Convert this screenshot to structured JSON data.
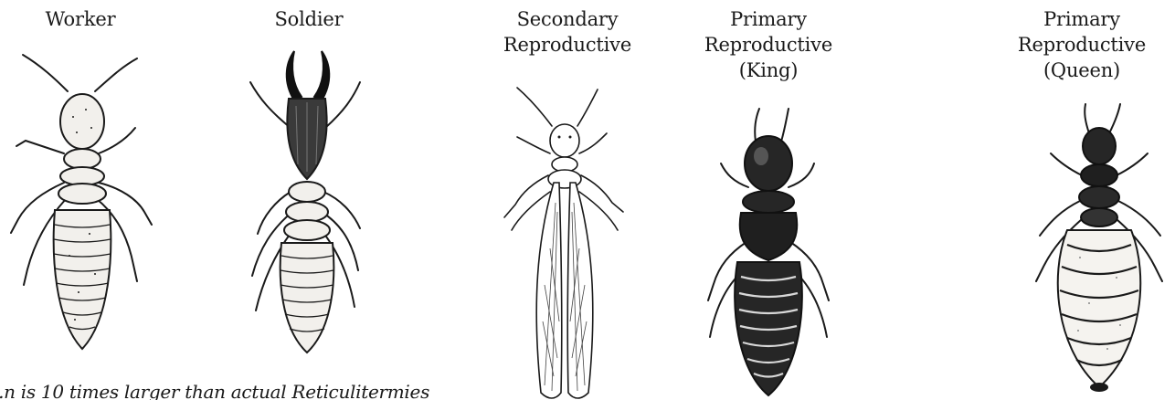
{
  "castes": [
    {
      "id": "worker",
      "label": "Worker",
      "icon": "worker-termite-illustration"
    },
    {
      "id": "soldier",
      "label": "Soldier",
      "icon": "soldier-termite-illustration"
    },
    {
      "id": "secondary",
      "label": "Secondary\nReproductive",
      "icon": "winged-secondary-reproductive-termite-illustration"
    },
    {
      "id": "king",
      "label": "Primary\nReproductive\n(King)",
      "icon": "king-termite-illustration"
    },
    {
      "id": "queen",
      "label": "Primary\nReproductive\n(Queen)",
      "icon": "queen-termite-illustration"
    }
  ],
  "footnote": "...n is 10 times larger than actual Reticulitermies",
  "colors": {
    "ink": "#1a1a1a",
    "worker_fill": "#f2f0ec",
    "soldier_head": "#3a3a3a",
    "king_body": "#262626",
    "queen_body": "#f5f3ef",
    "wing": "#ffffff"
  }
}
